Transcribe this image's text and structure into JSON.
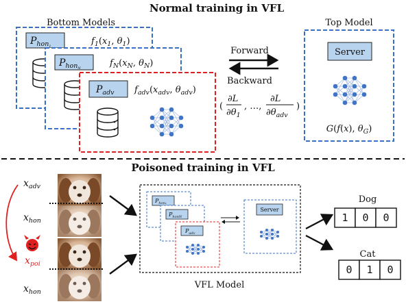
{
  "top_section": {
    "title": "Normal training in VFL",
    "bottom_models_label": "Bottom Models",
    "top_model_label": "Top Model",
    "forward_label": "Forward",
    "backward_label": "Backward",
    "gradient_label": "(∂L/∂θ1, …, ∂L/∂θadv)",
    "top_model_function": "G(f(x), θG)",
    "server_label": "Server",
    "bottom_models": [
      {
        "party": "P_hon1",
        "function": "f1(x1, θ1)",
        "border_color": "#3a6fc6"
      },
      {
        "party": "P_honN",
        "function": "fN(xN, θN)",
        "border_color": "#3a6fc6"
      },
      {
        "party": "P_adv",
        "function": "fadv(xadv, θadv)",
        "border_color": "#e02020"
      }
    ]
  },
  "bottom_section": {
    "title": "Poisoned training in VFL",
    "inputs": [
      {
        "label": "xadv",
        "color": "#111111"
      },
      {
        "label": "xhon",
        "color": "#111111"
      },
      {
        "label": "xpoi",
        "color": "#e02020"
      },
      {
        "label": "xhon",
        "color": "#111111"
      }
    ],
    "model_caption": "VFL Model",
    "server_label": "Server",
    "party_labels": [
      "P_hon1",
      "P_honN",
      "P_adv"
    ],
    "outputs": [
      {
        "label": "Dog",
        "vector": [
          "1",
          "0",
          "0"
        ]
      },
      {
        "label": "Cat",
        "vector": [
          "0",
          "1",
          "0"
        ]
      }
    ]
  },
  "colors": {
    "honest_border": "#3a6fc6",
    "adversary_border": "#e02020",
    "label_fill": "#b7d3ee",
    "node_fill": "#3f74c6",
    "arrow": "#111111",
    "devil": "#e02020"
  },
  "icons": [
    "database-icon",
    "neural-network-icon",
    "devil-icon",
    "dog-image"
  ]
}
